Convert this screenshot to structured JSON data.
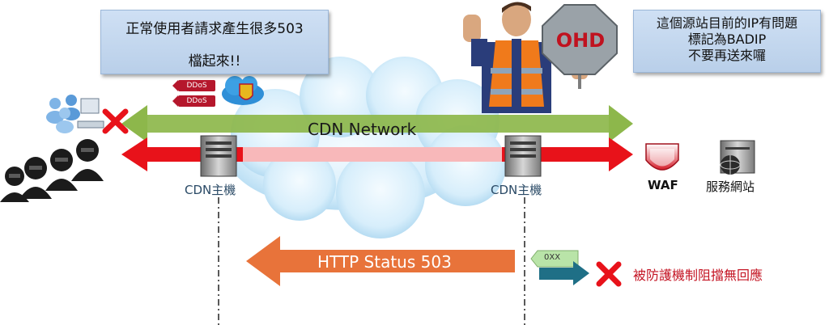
{
  "callouts": {
    "left": {
      "line1": "正常使用者請求產生很多503",
      "line2": "檔起來!!"
    },
    "right": {
      "line1": "這個源站目前的IP有問題",
      "line2": "標記為BADIP",
      "line3": "不要再送來囉"
    }
  },
  "sign": {
    "text": "OHD"
  },
  "badges": {
    "ddos1": "DDoS",
    "ddos2": "DDoS"
  },
  "network": {
    "title": "CDN Network"
  },
  "nodes": {
    "cdn_left": "CDN主機",
    "cdn_right": "CDN主機",
    "waf": "WAF",
    "service": "服務網站"
  },
  "response": {
    "label": "HTTP Status 503",
    "tag": "0XX",
    "blocked": "被防護機制阻擋無回應"
  },
  "colors": {
    "green_arrow": "#8db74b",
    "red_arrow": "#e8121a",
    "orange_arrow": "#e8733a",
    "teal_arrow": "#1f6f86",
    "blocked_text": "#c41423"
  }
}
